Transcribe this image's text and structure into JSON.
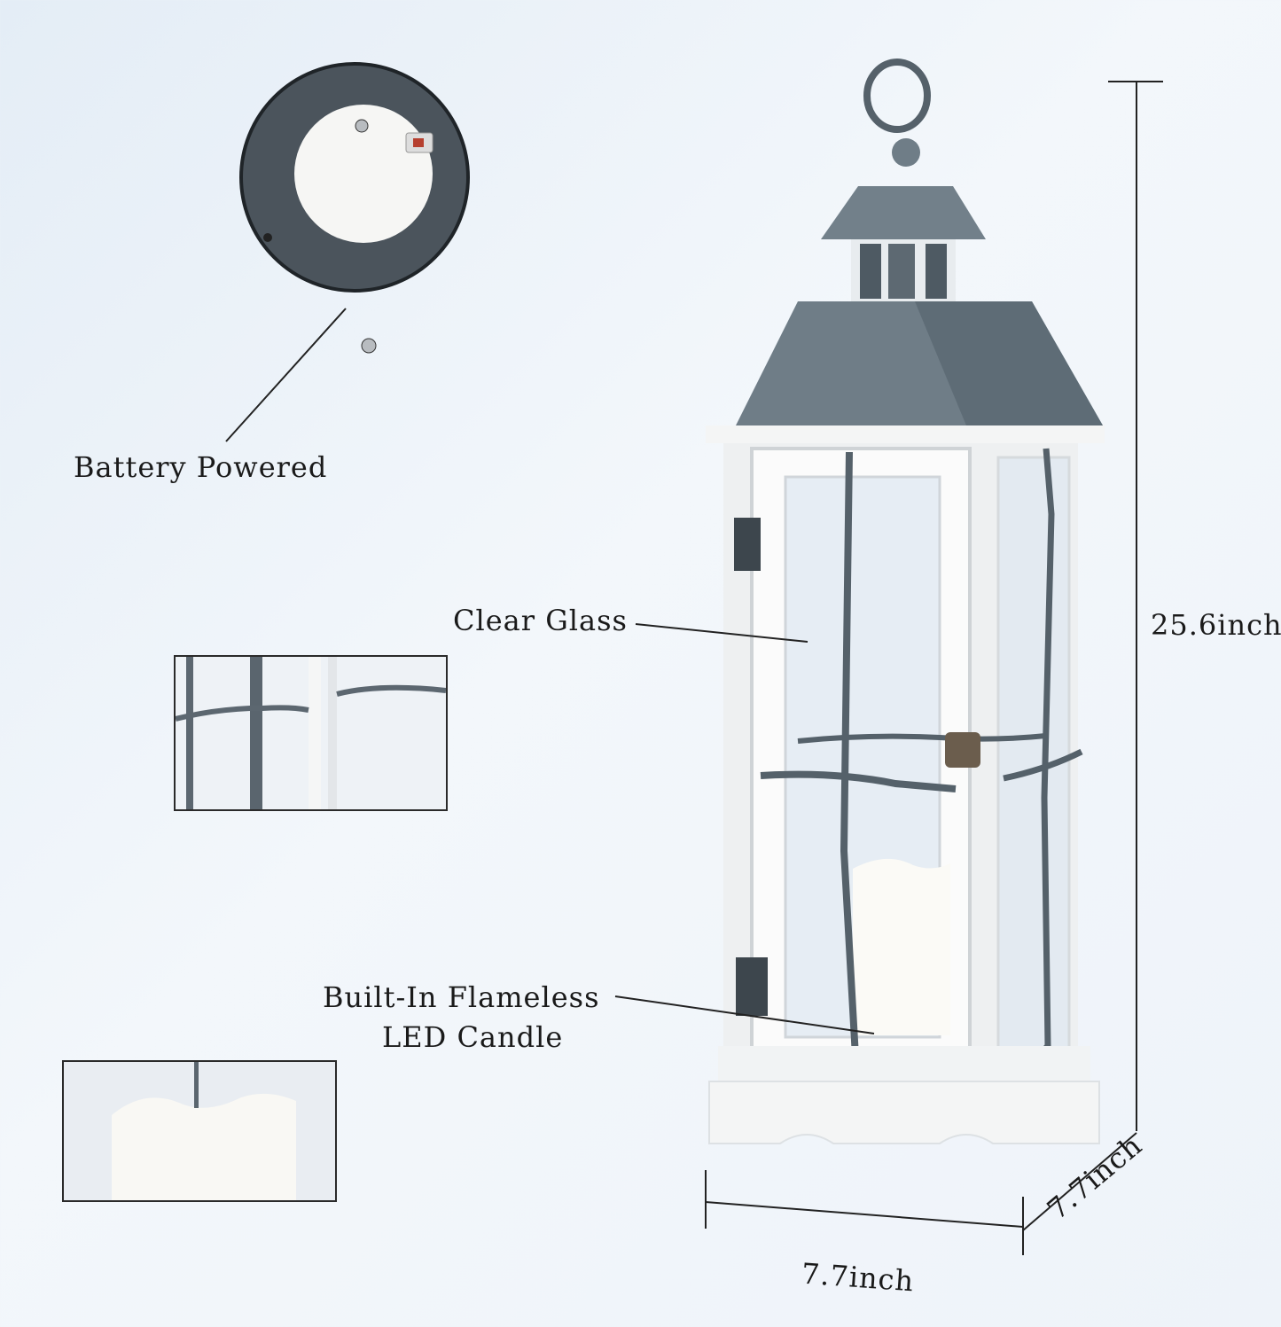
{
  "features": {
    "battery_label": "Battery Powered",
    "glass_label": "Clear Glass",
    "candle_label_line1": "Built-In Flameless",
    "candle_label_line2": "LED Candle"
  },
  "dimensions": {
    "height": "25.6inch",
    "width": "7.7inch",
    "depth": "7.7inch"
  },
  "colors": {
    "metal": "#6f7d87",
    "metal_dark": "#4e5a63",
    "wood": "#f4f5f5",
    "background": "#e9f0f7",
    "plate": "#4b545c"
  }
}
